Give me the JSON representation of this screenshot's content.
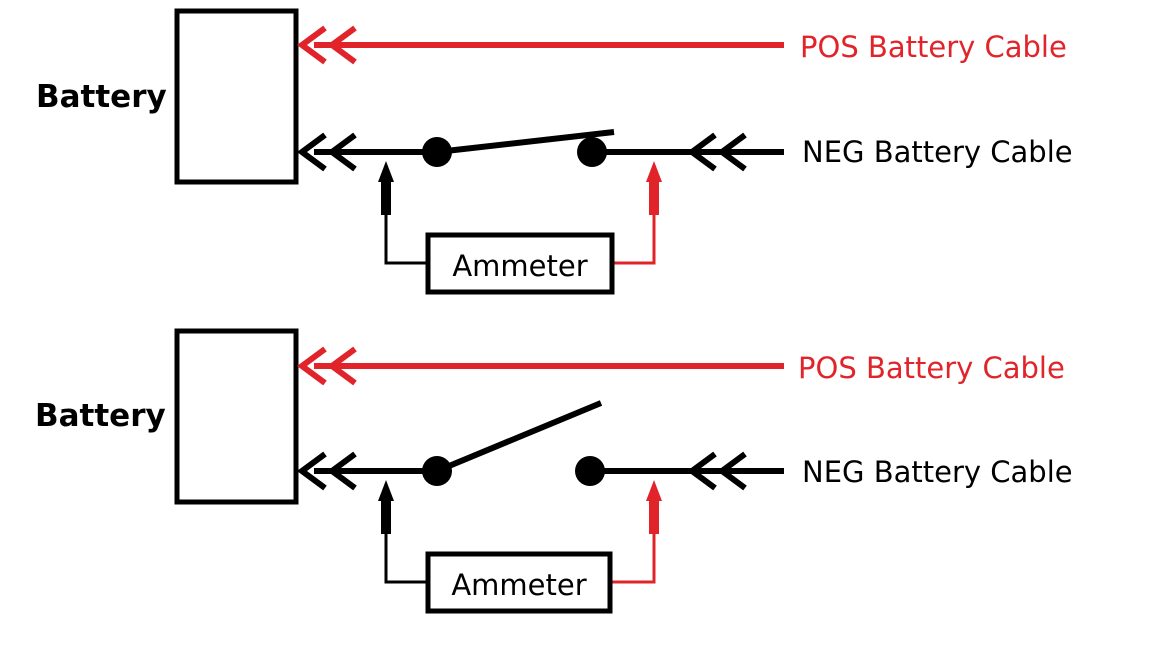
{
  "colors": {
    "positive": "#e0242a",
    "negative": "#000000",
    "background": "#ffffff"
  },
  "circuits": [
    {
      "battery_label": "Battery",
      "pos_cable_label": "POS Battery Cable",
      "neg_cable_label": "NEG Battery Cable",
      "meter_label": "Ammeter",
      "switch_state": "closed"
    },
    {
      "battery_label": "Battery",
      "pos_cable_label": "POS Battery Cable",
      "neg_cable_label": "NEG Battery Cable",
      "meter_label": "Ammeter",
      "switch_state": "open"
    }
  ]
}
